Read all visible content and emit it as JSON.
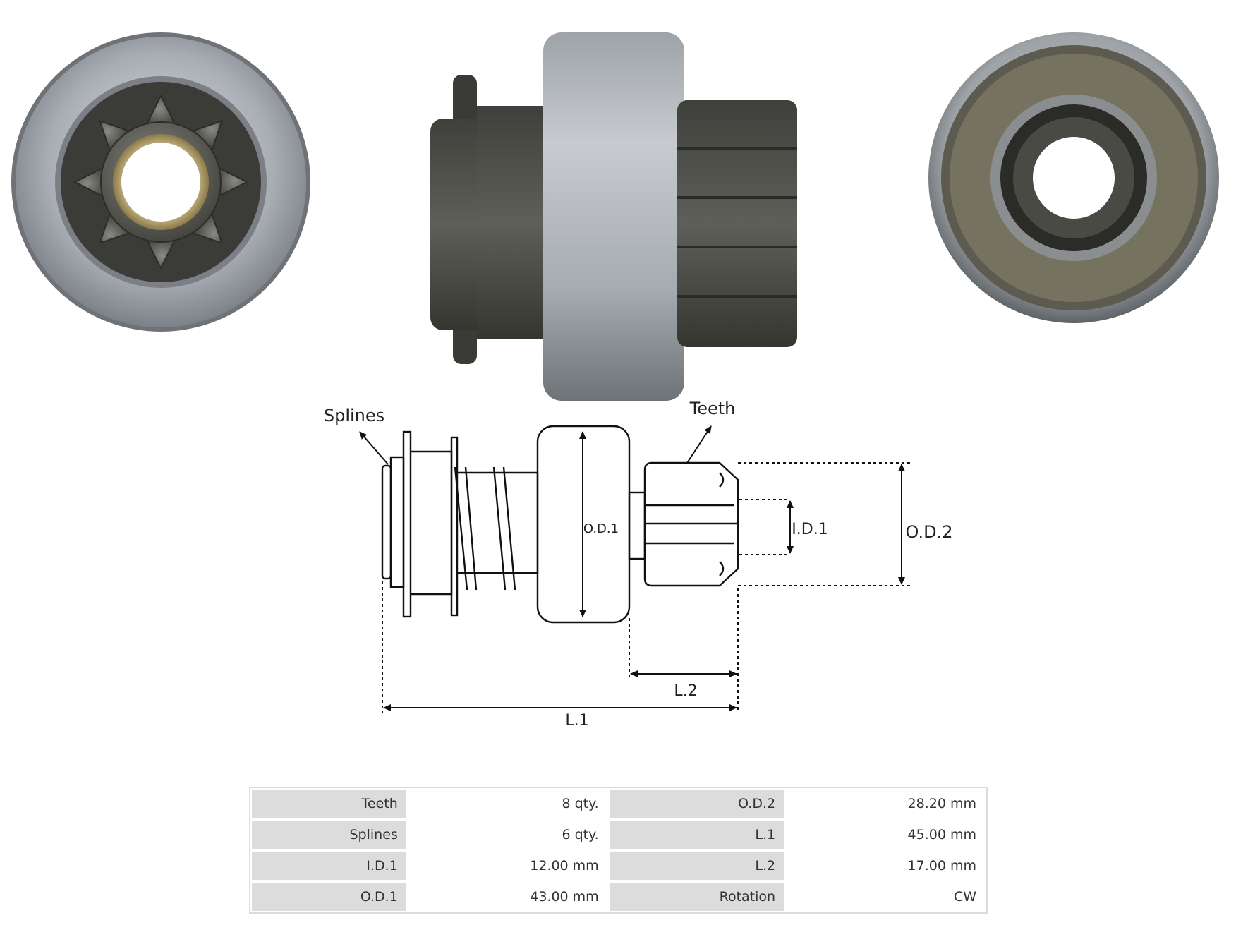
{
  "photos": {
    "front_view": "pinion-front-view",
    "side_view": "pinion-side-view",
    "rear_view": "pinion-rear-view"
  },
  "diagram": {
    "labels": {
      "splines": "Splines",
      "teeth": "Teeth",
      "od1": "O.D.1",
      "id1": "I.D.1",
      "od2": "O.D.2",
      "l2": "L.2",
      "l1": "L.1"
    }
  },
  "specs": {
    "rows": [
      {
        "label_a": "Teeth",
        "value_a": "8 qty.",
        "label_b": "O.D.2",
        "value_b": "28.20 mm"
      },
      {
        "label_a": "Splines",
        "value_a": "6 qty.",
        "label_b": "L.1",
        "value_b": "45.00 mm"
      },
      {
        "label_a": "I.D.1",
        "value_a": "12.00 mm",
        "label_b": "L.2",
        "value_b": "17.00 mm"
      },
      {
        "label_a": "O.D.1",
        "value_a": "43.00 mm",
        "label_b": "Rotation",
        "value_b": "CW"
      }
    ]
  },
  "colors": {
    "table_label_bg": "#dcdcdc",
    "metal_light": "#b9bec3",
    "metal_dark": "#4a4b46",
    "line": "#111111"
  }
}
